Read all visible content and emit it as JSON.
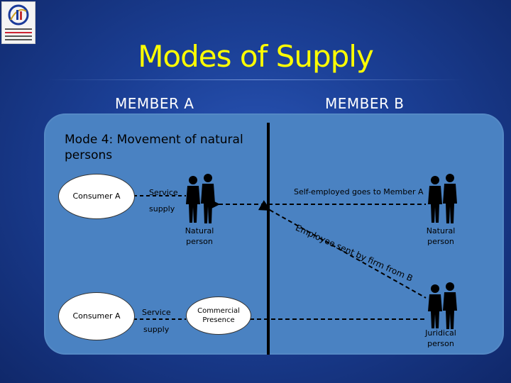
{
  "slide": {
    "title": "Modes of Supply",
    "member_a": "MEMBER A",
    "member_b": "MEMBER B"
  },
  "diagram": {
    "mode_heading": "Mode 4: Movement of natural persons",
    "consumer_top": "Consumer A",
    "service_supply_top_1": "Service",
    "service_supply_top_2": "supply",
    "natural_person_left": "Natural person",
    "self_employed": "Self-employed goes to Member A",
    "natural_person_right": "Natural person",
    "employee_sent": "Employee sent by firm from B",
    "consumer_bottom": "Consumer A",
    "service_supply_bottom_1": "Service",
    "service_supply_bottom_2": "supply",
    "commercial_presence": "Commercial Presence",
    "juridical_person": "Juridical person"
  },
  "colors": {
    "title": "#ffff00",
    "background": "#1b3f95",
    "panel": "#4a82c2"
  }
}
